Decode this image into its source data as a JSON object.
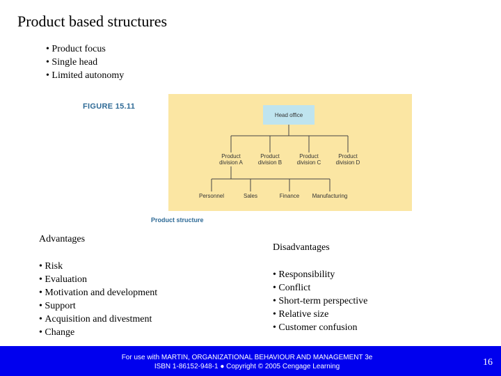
{
  "title": "Product based structures",
  "top_bullets": [
    "Product focus",
    "Single head",
    "Limited autonomy"
  ],
  "figure": {
    "label": "FIGURE 15.11",
    "caption": "Product structure",
    "head_office": "Head office",
    "divisions": [
      "Product division A",
      "Product division B",
      "Product division C",
      "Product division D"
    ],
    "functions": [
      "Personnel",
      "Sales",
      "Finance",
      "Manufacturing"
    ],
    "colors": {
      "background": "#fbe6a3",
      "head_box": "#bfe4ef",
      "caption": "#2e6a96"
    }
  },
  "advantages": {
    "heading": "Advantages",
    "items": [
      "Risk",
      "Evaluation",
      "Motivation and development",
      "Support",
      "Acquisition and divestment",
      "Change"
    ]
  },
  "disadvantages": {
    "heading": "Disadvantages",
    "items": [
      "Responsibility",
      "Conflict",
      "Short-term perspective",
      "Relative size",
      "Customer confusion"
    ]
  },
  "footer": {
    "line1": "For use with MARTIN, ORGANIZATIONAL BEHAVIOUR AND MANAGEMENT 3e",
    "line2": "ISBN 1-86152-948-1 ● Copyright © 2005 Cengage Learning",
    "page_number": "16",
    "color": "#0000ee"
  }
}
